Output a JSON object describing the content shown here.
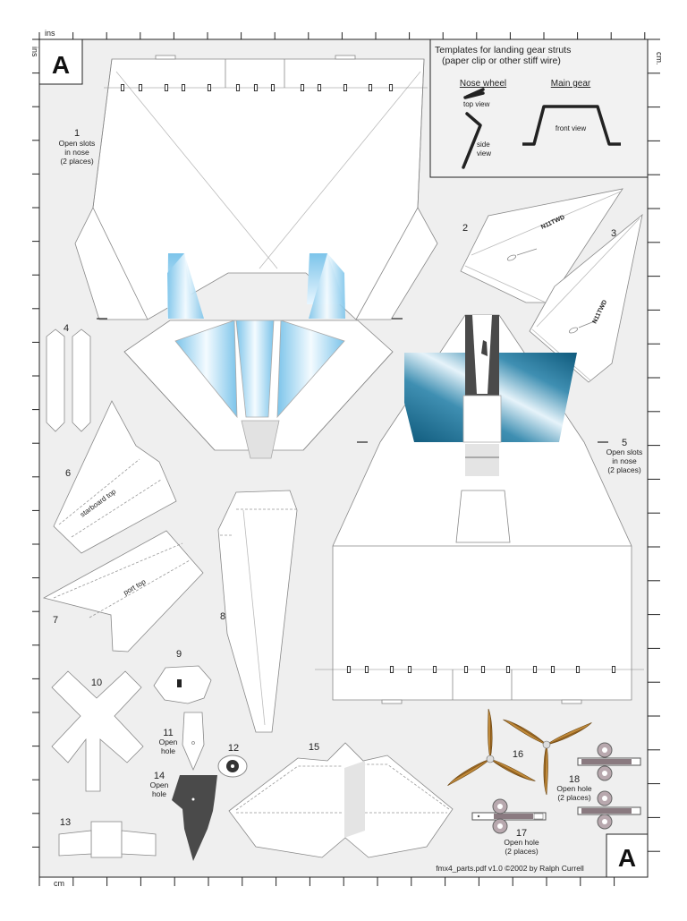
{
  "sheet": {
    "corner_letter": "A",
    "unit_top": "ins",
    "unit_left": "ins",
    "unit_right": "cm.",
    "unit_bottom": "cm",
    "footer": "fmx4_parts.pdf  v1.0  ©2002 by Ralph Currell"
  },
  "templates": {
    "title": "Templates for landing gear struts",
    "subtitle": "(paper clip or other stiff wire)",
    "nose_wheel": "Nose wheel",
    "main_gear": "Main gear",
    "top_view": "top view",
    "side_view": "side",
    "side_view2": "view",
    "front_view": "front view"
  },
  "parts": {
    "p1_num": "1",
    "p1_l1": "Open slots",
    "p1_l2": "in nose",
    "p1_l3": "(2 places)",
    "p2_num": "2",
    "p2_reg": "N11TWD",
    "p3_num": "3",
    "p3_reg": "N11TWD",
    "p4_num": "4",
    "p5_num": "5",
    "p5_l1": "Open slots",
    "p5_l2": "in nose",
    "p5_l3": "(2 places)",
    "p6_num": "6",
    "p6_label": "starboard top",
    "p7_num": "7",
    "p7_label": "port top",
    "p8_num": "8",
    "p9_num": "9",
    "p10_num": "10",
    "p11_num": "11",
    "p11_l1": "Open",
    "p11_l2": "hole",
    "p12_num": "12",
    "p13_num": "13",
    "p14_num": "14",
    "p14_l1": "Open",
    "p14_l2": "hole",
    "p15_num": "15",
    "p16_num": "16",
    "p17_num": "17",
    "p17_l1": "Open hole",
    "p17_l2": "(2 places)",
    "p18_num": "18",
    "p18_l1": "Open hole",
    "p18_l2": "(2 places)"
  },
  "colors": {
    "sheet_bg": "#efefef",
    "glass": "#9fd3ee",
    "teal": "#1b6a8e",
    "dark_part": "#4a4a4a",
    "prop_wood": "#b07a2e",
    "wheel": "#8a7a80"
  }
}
